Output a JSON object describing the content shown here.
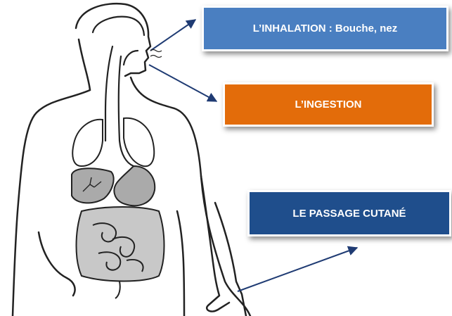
{
  "labels": {
    "inhalation": {
      "text": "L’INHALATION : Bouche, nez",
      "color": "#4a7fc1"
    },
    "ingestion": {
      "text": "L’INGESTION",
      "color": "#e36c0a"
    },
    "cutane": {
      "text": "LE PASSAGE CUTANÉ",
      "color": "#1f4e8c"
    }
  },
  "arrow_color": "#1f3b73",
  "line_color": "#222222",
  "organ_color": "#aaaaaa"
}
